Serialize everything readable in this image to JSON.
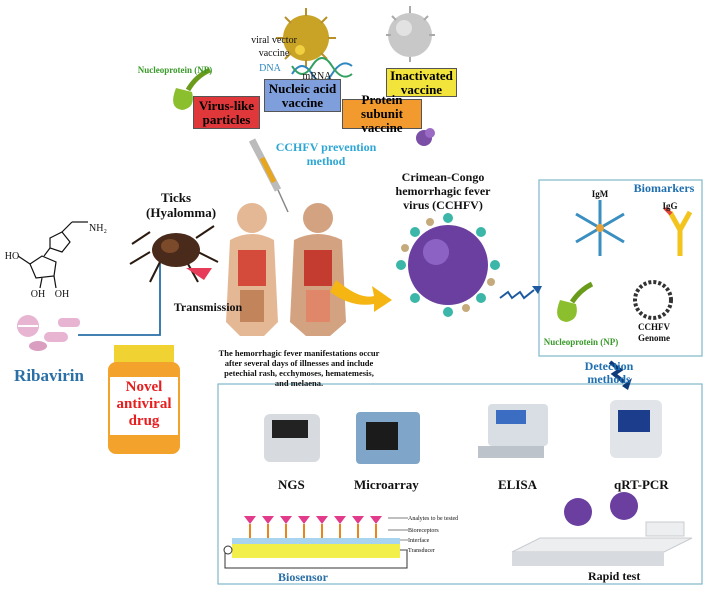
{
  "vaccines": {
    "viral_vector": "viral vector vaccine",
    "dna": "DNA",
    "mrna": "mRNA",
    "nucleoprotein": "Nucleoprotein (NP)",
    "vlp": "Virus-like particles",
    "nucleic_acid": "Nucleic acid vaccine",
    "inactivated": "Inactivated vaccine",
    "protein_subunit": "Protein subunit vaccine",
    "prevention": "CCHFV prevention method"
  },
  "center": {
    "ticks": "Ticks (Hyalomma)",
    "transmission": "Transmission",
    "virus": "Crimean-Congo hemorrhagic fever virus (CCHFV)",
    "manifestation": "The hemorrhagic fever manifestations occur after several days of illnesses and include petechial rash, ecchymoses, hematemesis, and melaena."
  },
  "left": {
    "nh2": "NH₂",
    "oh1": "OH",
    "oh2": "OH",
    "ho": "HO",
    "ribavirin": "Ribavirin",
    "novel_drug": "Novel antiviral drug"
  },
  "biomarkers": {
    "title": "Biomarkers",
    "igm": "IgM",
    "igg": "IgG",
    "np": "Nucleoprotein (NP)",
    "genome": "CCHFV Genome"
  },
  "detection": {
    "title": "Detection methods",
    "ngs": "NGS",
    "microarray": "Microarray",
    "elisa": "ELISA",
    "qrtpcr": "qRT-PCR",
    "biosensor": "Biosensor",
    "rapid": "Rapid test",
    "analytes": "Analytes to be tested",
    "bioreceptors": "Bioreceptors",
    "interface": "Interface",
    "transducer": "Transducer"
  },
  "colors": {
    "vlp": "#e0383a",
    "nucleic": "#6f93d6",
    "inactivated": "#f2e43a",
    "protein": "#f39a2e",
    "biomarker_title": "#1f6fb0",
    "ribavirin": "#2a6fa6",
    "drug_text": "#e81d1d",
    "np_green": "#3a9a2b",
    "prevention": "#2da6d6"
  }
}
